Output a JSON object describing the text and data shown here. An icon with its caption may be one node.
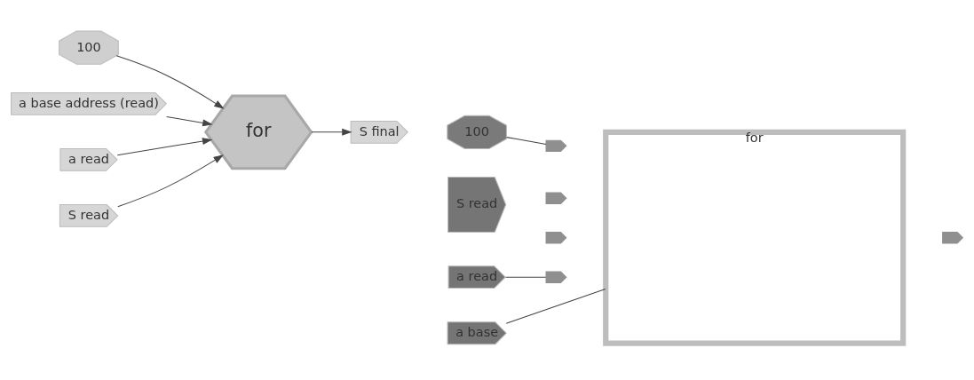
{
  "diagram": {
    "nodes": [
      {
        "text": [
          "100"
        ]
      },
      {
        "text": [
          "a base address (read)"
        ]
      },
      {
        "text": [
          "a read"
        ]
      },
      {
        "text": [
          "S read"
        ]
      },
      {
        "text": [
          "for"
        ]
      },
      {
        "text": [
          "S final"
        ]
      },
      {
        "text": [
          "for"
        ]
      },
      {
        "text": [
          "100"
        ]
      },
      {
        "text": [],
        "shape": "box"
      },
      {
        "text": [
          "S read"
        ]
      },
      {
        "text": [],
        "shape": "box"
      },
      {
        "text": [],
        "shape": "box"
      },
      {
        "text": [
          "a read"
        ]
      },
      {
        "text": [],
        "shape": "box"
      },
      {
        "text": [
          "a base"
        ]
      },
      {
        "text": [],
        "shape": "box"
      }
    ],
    "edges": [
      {
        "from": 0,
        "to": 4,
        "arrow": "to"
      },
      {
        "from": 1,
        "to": 4,
        "arrow": "to"
      },
      {
        "from": 2,
        "to": 4,
        "arrow": "to"
      },
      {
        "from": 3,
        "to": 4,
        "arrow": "to"
      },
      {
        "from": 4,
        "to": 5,
        "arrow": "to"
      },
      {
        "from": 7,
        "to": 8,
        "arrow": "none"
      },
      {
        "from": 12,
        "to": 13,
        "arrow": "none"
      },
      {
        "from": 14,
        "to": 6,
        "arrow": "none"
      }
    ]
  }
}
